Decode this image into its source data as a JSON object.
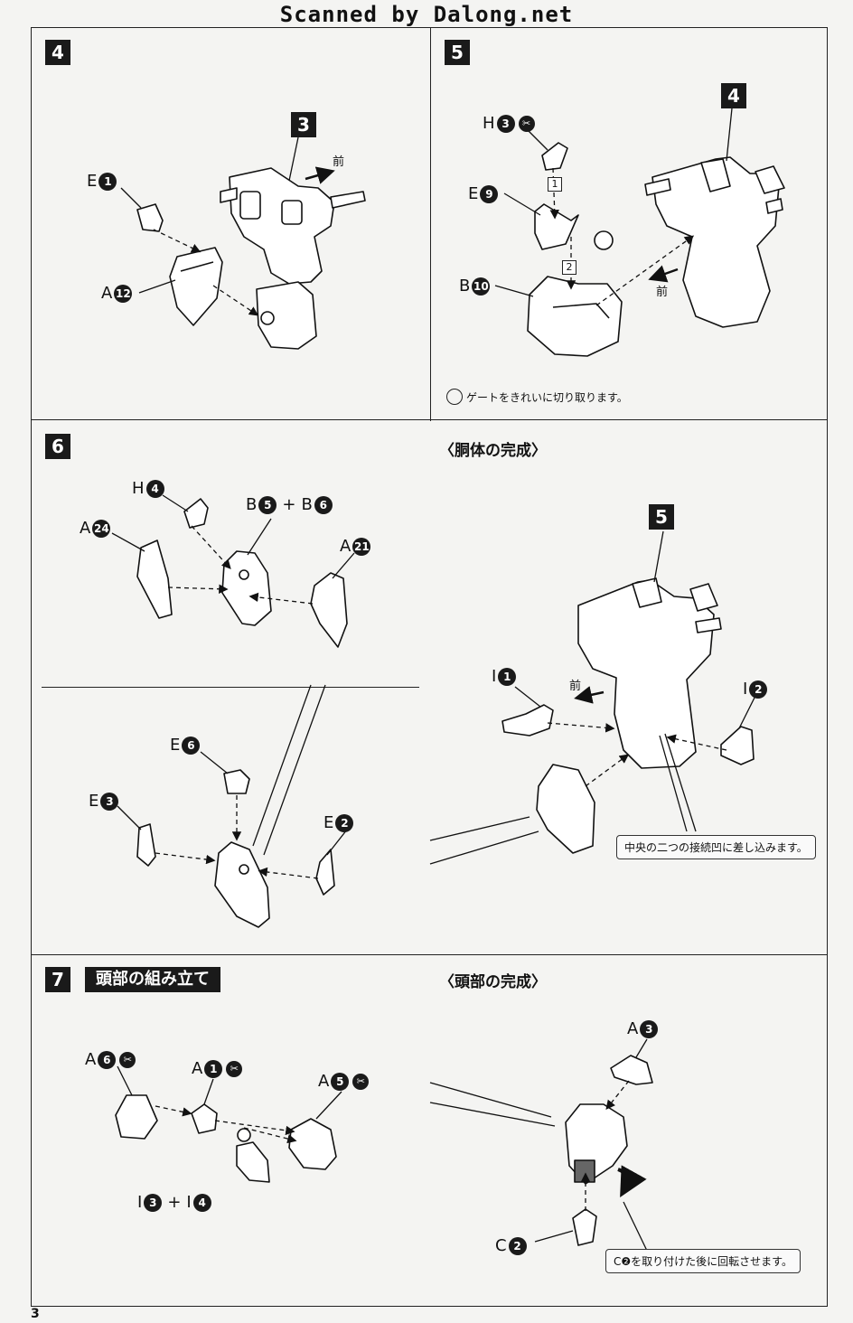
{
  "header": "Scanned by Dalong.net",
  "page_number": "3",
  "forward_label": "前",
  "sections": {
    "s4": {
      "step": "4",
      "ref": "3",
      "parts": [
        {
          "letter": "E",
          "num": "1"
        },
        {
          "letter": "A",
          "num": "12"
        }
      ]
    },
    "s5": {
      "step": "5",
      "ref": "4",
      "parts": [
        {
          "letter": "H",
          "num": "3"
        },
        {
          "letter": "E",
          "num": "9"
        },
        {
          "letter": "B",
          "num": "10"
        }
      ],
      "order": [
        "1",
        "2"
      ],
      "gate_note": "ゲートをきれいに切り取ります。"
    },
    "s6": {
      "step": "6",
      "parts": [
        {
          "letter": "H",
          "num": "4"
        },
        {
          "letter": "A",
          "num": "24"
        },
        {
          "letter": "B",
          "num": "5"
        },
        {
          "letter": "B",
          "num": "6"
        },
        {
          "letter": "A",
          "num": "21"
        },
        {
          "letter": "E",
          "num": "6"
        },
        {
          "letter": "E",
          "num": "3"
        },
        {
          "letter": "E",
          "num": "2"
        }
      ]
    },
    "torso": {
      "title": "〈胴体の完成〉",
      "ref": "5",
      "parts": [
        {
          "letter": "I",
          "num": "1"
        },
        {
          "letter": "I",
          "num": "2"
        }
      ],
      "note": "中央の二つの接続凹に差し込みます。"
    },
    "s7": {
      "step": "7",
      "title": "頭部の組み立て",
      "parts": [
        {
          "letter": "A",
          "num": "6"
        },
        {
          "letter": "A",
          "num": "1"
        },
        {
          "letter": "A",
          "num": "5"
        },
        {
          "letter": "I",
          "num": "3"
        },
        {
          "letter": "I",
          "num": "4"
        }
      ]
    },
    "head": {
      "title": "〈頭部の完成〉",
      "parts": [
        {
          "letter": "A",
          "num": "3"
        },
        {
          "letter": "C",
          "num": "2"
        }
      ],
      "note": "C❷を取り付けた後に回転させます。"
    }
  }
}
